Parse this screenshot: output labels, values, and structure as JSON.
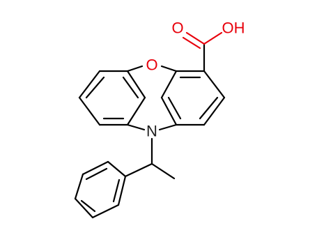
{
  "molecule": {
    "atoms": {
      "ring_oxygen": "O",
      "ring_nitrogen": "N",
      "carbonyl_oxygen": "O",
      "hydroxyl": "OH"
    },
    "colors": {
      "bond": "#000000",
      "oxygen": "#e8000b",
      "nitrogen": "#1f1f1f",
      "background": "#ffffff"
    }
  }
}
